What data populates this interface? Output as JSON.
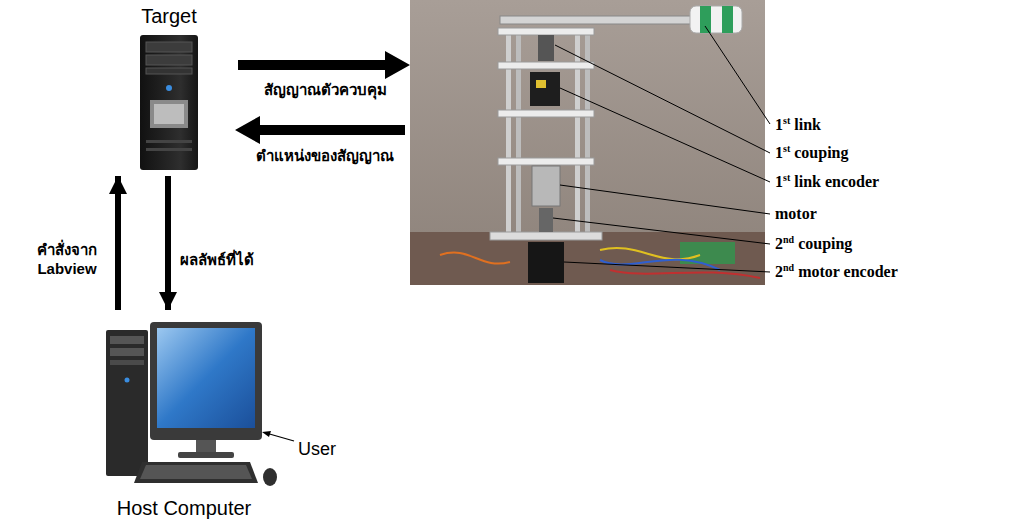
{
  "diagram": {
    "nodes": [
      {
        "text": [
          "Target"
        ]
      },
      {
        "text": [
          "Host Computer"
        ]
      }
    ],
    "edges": [
      {
        "from": 1,
        "to": 0,
        "arrow": "to",
        "label": "คำสั่งจาก Labview"
      },
      {
        "from": 0,
        "to": 1,
        "arrow": "to",
        "label": "ผลลัพธ์ที่ได้"
      }
    ],
    "labels": [
      "สัญญาณตัวควบคุม",
      "ตำแหน่งของสัญญาณ",
      "1st link",
      "1st couping",
      "1st link encoder",
      "motor",
      "2nd couping",
      "2nd motor encoder",
      "User"
    ]
  }
}
